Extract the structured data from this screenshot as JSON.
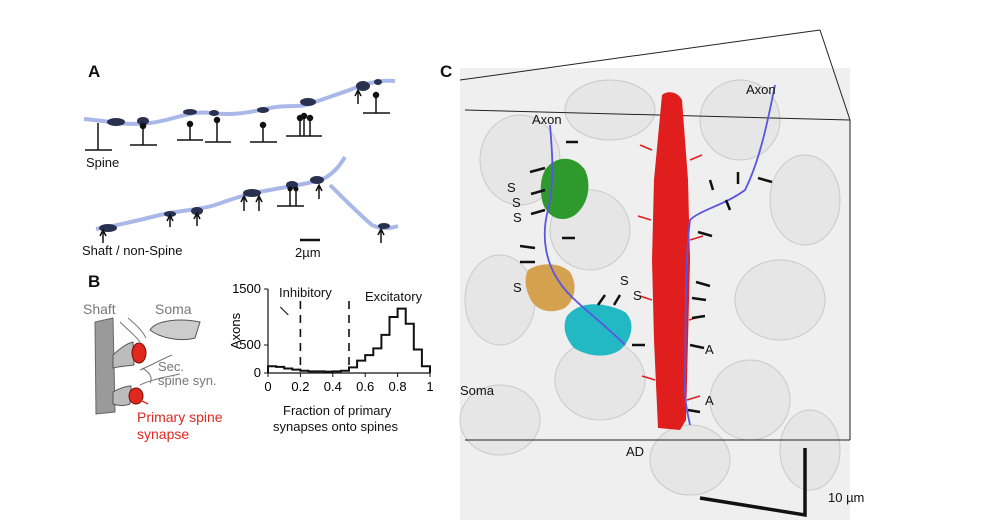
{
  "panel_a": {
    "letter": "A",
    "spine_label": "Spine",
    "shaft_label": "Shaft / non-Spine",
    "scale_label": "2µm"
  },
  "panel_b": {
    "letter": "B",
    "shaft": "Shaft",
    "soma": "Soma",
    "sec_line1": "Sec.",
    "sec_line2": "spine syn.",
    "primary_line1": "Primary spine",
    "primary_line2": "synapse",
    "colors": {
      "synapse": "#e0281e",
      "shaft": "#9a9a9a"
    }
  },
  "chart_data": {
    "type": "bar",
    "xlabel_line1": "Fraction of primary",
    "xlabel_line2": "synapses onto spines",
    "ylabel": "Axons",
    "xlim": [
      0,
      1
    ],
    "ylim": [
      0,
      1500
    ],
    "x_ticks": [
      "0",
      "0.2",
      "0.4",
      "0.6",
      "0.8",
      "1"
    ],
    "y_ticks": [
      "0",
      "500",
      "1500"
    ],
    "annotations": {
      "inhibitory": "Inhibitory",
      "excitatory": "Excitatory"
    },
    "thresholds": [
      0.2,
      0.5
    ],
    "bin_width": 0.05,
    "bins_start": [
      0,
      0.05,
      0.1,
      0.15,
      0.2,
      0.25,
      0.3,
      0.35,
      0.4,
      0.45,
      0.5,
      0.55,
      0.6,
      0.65,
      0.7,
      0.75,
      0.8,
      0.85,
      0.9,
      0.95
    ],
    "values": [
      120,
      110,
      80,
      60,
      40,
      30,
      30,
      25,
      30,
      40,
      100,
      220,
      320,
      440,
      680,
      1000,
      1150,
      880,
      420,
      120
    ]
  },
  "panel_c": {
    "letter": "C",
    "axon_top_left": "Axon",
    "axon_top_right": "Axon",
    "s_labels": [
      "S",
      "S",
      "S",
      "S",
      "S",
      "S"
    ],
    "a_labels": [
      "A",
      "A"
    ],
    "soma": "Soma",
    "ad": "AD",
    "scale": "10 µm",
    "colors": {
      "dendrite": "#e01e1e",
      "green": "#2e9a2e",
      "tan": "#d4a24e",
      "cyan": "#22b8c4",
      "axon": "#5a55e0"
    }
  }
}
